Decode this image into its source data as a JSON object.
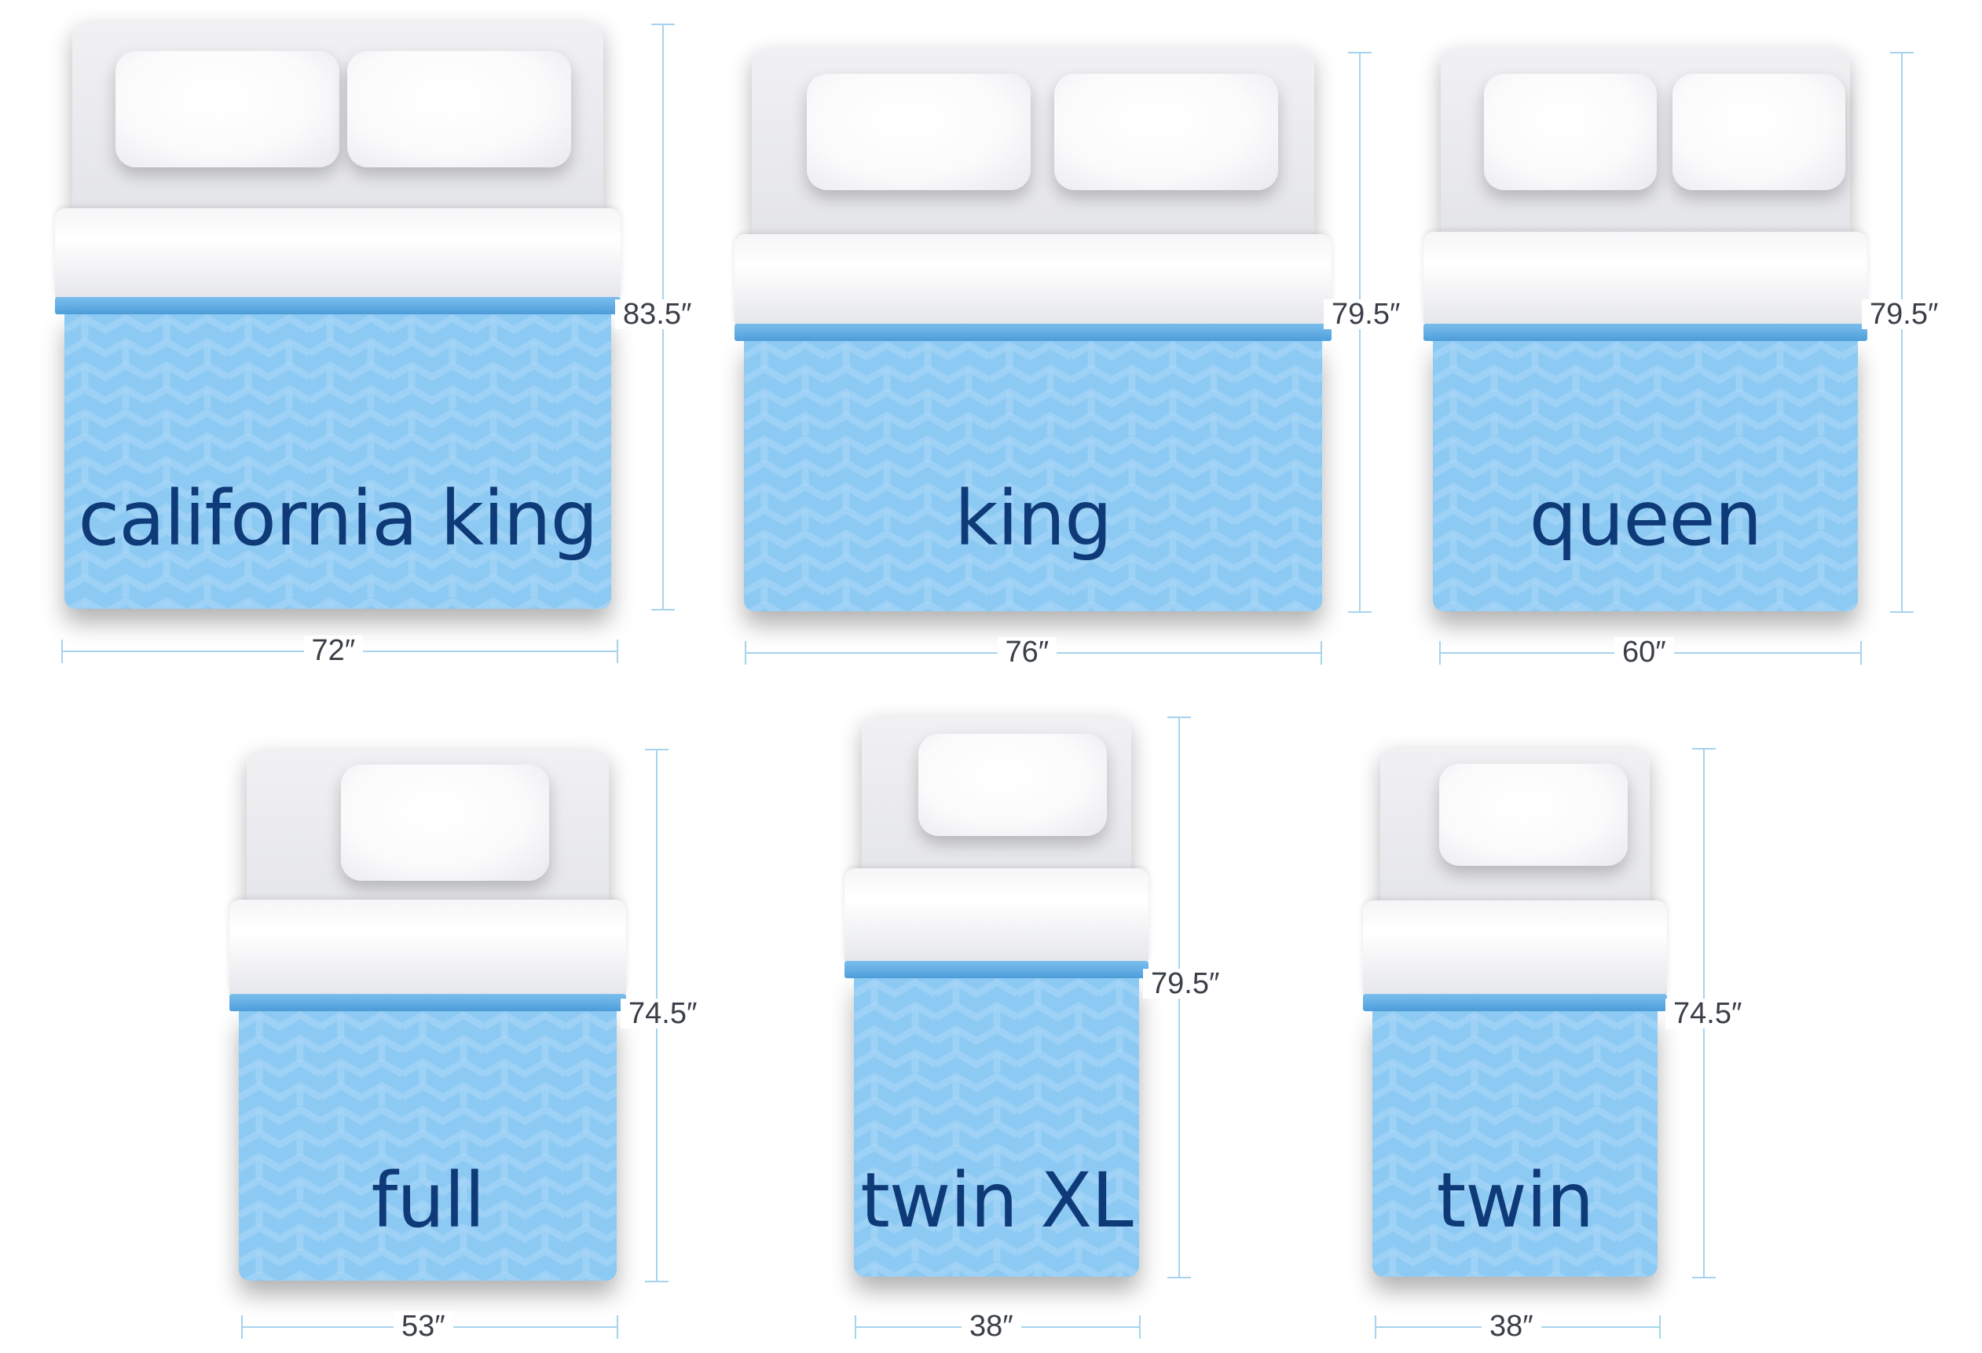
{
  "colors": {
    "blanket": "#8dcaf3",
    "band": "#4fa0de",
    "label": "#0f3a78",
    "dimension_line": "#a6d3ee",
    "dimension_text": "#3a3f47"
  },
  "beds": [
    {
      "id": "california-king",
      "label": "california king",
      "width": "72″",
      "length": "83.5″",
      "pillows": 2
    },
    {
      "id": "king",
      "label": "king",
      "width": "76″",
      "length": "79.5″",
      "pillows": 2
    },
    {
      "id": "queen",
      "label": "queen",
      "width": "60″",
      "length": "79.5″",
      "pillows": 2
    },
    {
      "id": "full",
      "label": "full",
      "width": "53″",
      "length": "74.5″",
      "pillows": 1
    },
    {
      "id": "twin-xl",
      "label": "twin XL",
      "width": "38″",
      "length": "79.5″",
      "pillows": 1
    },
    {
      "id": "twin",
      "label": "twin",
      "width": "38″",
      "length": "74.5″",
      "pillows": 1
    }
  ]
}
